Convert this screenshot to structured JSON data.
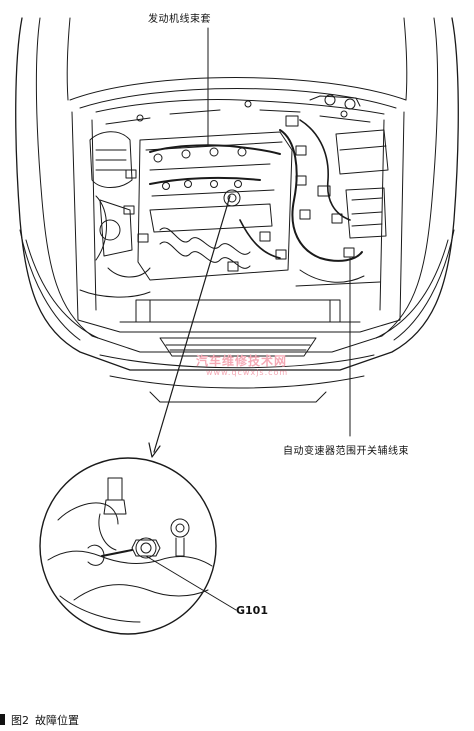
{
  "labels": {
    "engine_harness": "发动机线束套",
    "atf_range_sub_harness": "自动变速器范围开关辅线束",
    "ground_point": "G101"
  },
  "caption": {
    "number": "图2",
    "title": "故障位置"
  },
  "watermark": {
    "text": "汽车维修技术网",
    "url": "www.qcwxjs.com"
  },
  "colors": {
    "line": "#1a1a1a",
    "watermark": "#f4a9b5"
  }
}
